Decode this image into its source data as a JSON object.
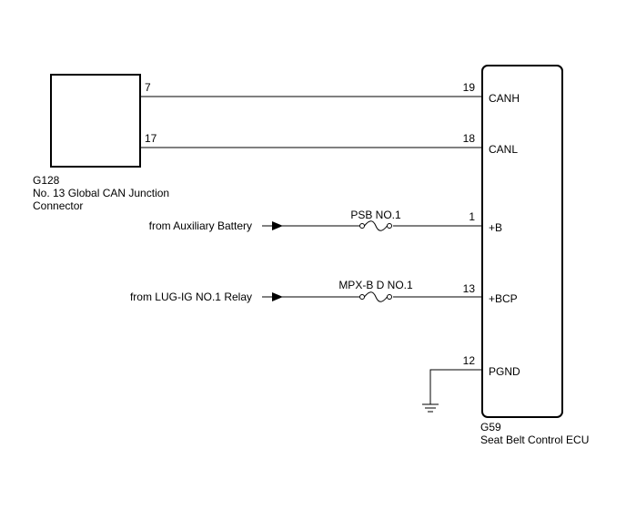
{
  "junction": {
    "code": "G128",
    "name_line1": "No. 13 Global CAN Junction",
    "name_line2": "Connector",
    "pin_canh": "7",
    "pin_canl": "17"
  },
  "ecu": {
    "code": "G59",
    "name": "Seat Belt Control ECU",
    "pins": {
      "canh": {
        "num": "19",
        "label": "CANH"
      },
      "canl": {
        "num": "18",
        "label": "CANL"
      },
      "b": {
        "num": "1",
        "label": "+B"
      },
      "bcp": {
        "num": "13",
        "label": "+BCP"
      },
      "pgnd": {
        "num": "12",
        "label": "PGND"
      }
    }
  },
  "sources": {
    "aux_battery": "from Auxiliary Battery",
    "lug_ig": "from LUG-IG NO.1 Relay"
  },
  "fuses": {
    "psb": "PSB NO.1",
    "mpx": "MPX-B D NO.1"
  }
}
